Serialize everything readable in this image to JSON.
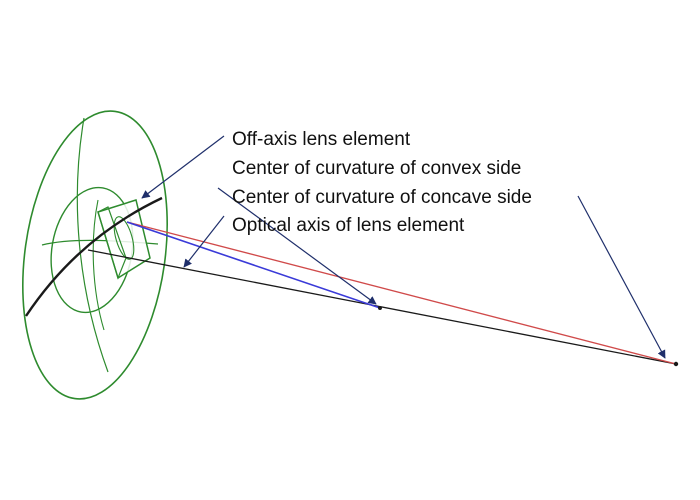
{
  "labels": {
    "off_axis_lens_element": "Off-axis lens element",
    "center_convex": "Center of curvature of convex side",
    "center_concave": "Center of curvature of concave side",
    "optical_axis": "Optical axis of lens element"
  },
  "colors": {
    "outline": "#2e8b2e",
    "axis": "#1a1a1a",
    "red_ray": "#d04a4a",
    "blue_ray": "#3a3ad8",
    "arrow": "#1f2f6b",
    "text": "#111111"
  }
}
